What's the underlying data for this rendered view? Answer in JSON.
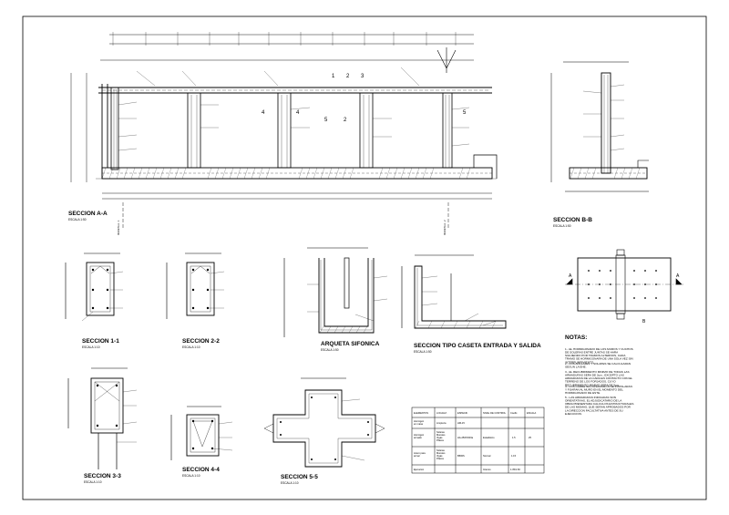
{
  "sections": {
    "aa": {
      "title": "SECCION A-A",
      "scale": "ESCALA 1:50",
      "marks": [
        "1",
        "2",
        "3",
        "4",
        "4",
        "5",
        "2",
        "5"
      ]
    },
    "bb": {
      "title": "SECCION B-B",
      "scale": "ESCALA 1:50"
    },
    "s11": {
      "title": "SECCION 1-1",
      "scale": "ESCALA 1:10"
    },
    "s22": {
      "title": "SECCION 2-2",
      "scale": "ESCALA 1:10"
    },
    "s33": {
      "title": "SECCION 3-3",
      "scale": "ESCALA 1:10"
    },
    "s44": {
      "title": "SECCION 4-4",
      "scale": "ESCALA 1:10"
    },
    "s55": {
      "title": "SECCION 5-5",
      "scale": "ESCALA 1:10"
    },
    "arqueta": {
      "title": "ARQUETA SIFONICA",
      "scale": "ESCALA 1:50"
    },
    "caseta": {
      "title": "SECCION TIPO CASETA ENTRADA Y SALIDA",
      "scale": "ESCALA 1:50"
    }
  },
  "plan": {
    "label_a_left": "A",
    "label_a_right": "A",
    "label_b": "B"
  },
  "murete_labels": [
    "MURETA A - 1",
    "MURETA A - 2"
  ],
  "notes": {
    "heading": "NOTAS:",
    "items": [
      "1.- EL HORMIGONADO DE LOS MUROS Y CUCHOS DE SOLERAS ENTRE JUNTAS SE HARA SIGUIENDO POR TRAMOS ALTERNOS, CADA TRAMO SE HORMIGONARA DE UNA SOLA VEZ SIN INTERRUMPIMIENTO.",
      "2.- LOS ANCLAJES Y SOLAPES SE CALCULARAN SEGUN LA EHE.",
      "3.- EL RECUBRIMIENTO MINIMO DE TODAS LAS ARMADURAS SERA DE 3cm., EXCEPTO LAS ARMADURAS DE LA CARA EN CONTACTO CON EL TERRENO DE LOS FORJADOS, CUYO RECUBRIMIENTO MINIMO SERA DE 5cm.",
      "4.- LOS CARRETES PASAMUROS SE INSTALARAN Y FIJARAN AL MURO EN EL MOMENTO DEL HORMIGONADO DE ESTE.",
      "5.- LAS ARMADURAS INDICADAS SON ORIENTATIVAS, EL ADJUDICATARIO DE LA OBRA PRESENTARA CALCULOS ESTRUCTURALES DE LAS MISMAS, QUE SERAN APROBADOS POR LA DIRECCION FACULTATIVA ANTES DE SU EJECUCION."
    ]
  },
  "table": {
    "headers": [
      "ELEMENTOS",
      "LOCALIZ.",
      "ESPECIF.",
      "NIVEL DE CONTROL",
      "Coefic.",
      "ESCALA"
    ],
    "rows": [
      [
        "Hormigon en masa",
        "Limpieza",
        "HM-15",
        "",
        "",
        ""
      ],
      [
        "Hormigon armado",
        "Soleras Muretes Vigas Pilares",
        "HA-25/P/20/IIa",
        "Estadistico",
        "1.5",
        "25"
      ],
      [
        "Acero para armar",
        "Soleras Muretes Vigas Pilares",
        "B500S",
        "Normal",
        "1.15",
        ""
      ],
      [
        "Ejecucion",
        "",
        "",
        "Intenso",
        "1.35/1.60",
        ""
      ]
    ]
  }
}
